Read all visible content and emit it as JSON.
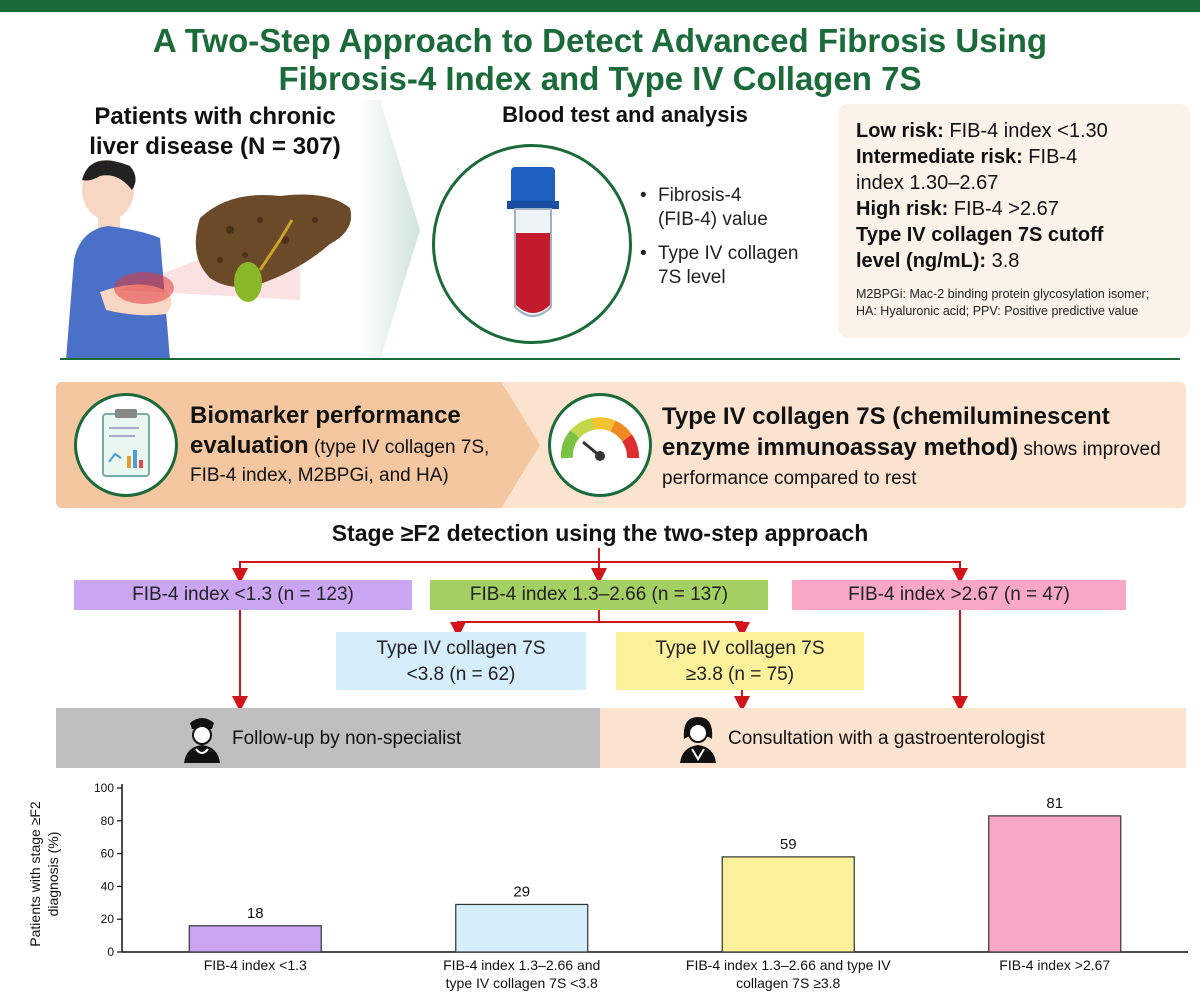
{
  "title": {
    "line1": "A Two-Step Approach to Detect Advanced Fibrosis Using",
    "line2": "Fibrosis-4 Index and Type IV Collagen 7S"
  },
  "patients": {
    "line1": "Patients with chronic",
    "line2": "liver disease (N = 307)"
  },
  "blood": {
    "title": "Blood test and analysis",
    "bullet1a": "Fibrosis-4",
    "bullet1b": "(FIB-4) value",
    "bullet2a": "Type IV collagen",
    "bullet2b": "7S level"
  },
  "risk": {
    "low_label": "Low risk:",
    "low_value": " FIB-4 index <1.30",
    "int_label": "Intermediate risk:",
    "int_value1": " FIB-4",
    "int_value2": "index 1.30–2.67",
    "high_label": "High risk:",
    "high_value": " FIB-4 >2.67",
    "cut_label1": "Type IV collagen 7S cutoff",
    "cut_label2": "level (ng/mL):",
    "cut_value": " 3.8",
    "note": "M2BPGi: Mac-2 binding protein glycosylation isomer; HA: Hyaluronic acid; PPV: Positive predictive value"
  },
  "performance": {
    "bold1": "Biomarker performance",
    "bold2": "evaluation",
    "rest": " (type IV collagen 7S, FIB-4 index, M2BPGi, and HA)"
  },
  "collagen": {
    "bold1": "Type IV collagen 7S (chemiluminescent",
    "bold2": "enzyme immunoassay method)",
    "rest": " shows improved performance compared to rest"
  },
  "stage_title": "Stage ≥F2 detection using the two-step approach",
  "boxes": {
    "low": "FIB-4 index <1.3 (n = 123)",
    "mid": "FIB-4 index 1.3–2.66 (n = 137)",
    "high": "FIB-4 index >2.67 (n = 47)",
    "clow1": "Type IV collagen 7S",
    "clow2": "<3.8 (n = 62)",
    "chigh1": "Type IV collagen 7S",
    "chigh2": "≥3.8 (n = 75)"
  },
  "outcomes": {
    "follow": "Follow-up by non-specialist",
    "consult": "Consultation with a gastroenterologist"
  },
  "colors": {
    "accent": "#1a6a3a",
    "arrow": "#d0151b",
    "low": "#c9a5f2",
    "mid": "#a4cf62",
    "high": "#f8a7c7",
    "clow": "#d6eefb",
    "chigh": "#fbf19b"
  },
  "chart_data": {
    "type": "bar",
    "categories": [
      [
        "FIB-4 index <1.3"
      ],
      [
        "FIB-4 index 1.3–2.66 and",
        "type IV collagen 7S <3.8"
      ],
      [
        "FIB-4 index 1.3–2.66 and type IV",
        "collagen 7S ≥3.8"
      ],
      [
        "FIB-4 index >2.67"
      ]
    ],
    "values": [
      18,
      29,
      59,
      81
    ],
    "bar_values": [
      16,
      29,
      58,
      83
    ],
    "colors": [
      "#c9a5f2",
      "#d6eefb",
      "#fbf19b",
      "#f8a7c7"
    ],
    "ylabel_line1": "Patients with stage ≥F2",
    "ylabel_line2": "diagnosis (%)",
    "yticks": [
      0,
      20,
      40,
      60,
      80,
      100
    ],
    "ylim": [
      0,
      100
    ]
  }
}
